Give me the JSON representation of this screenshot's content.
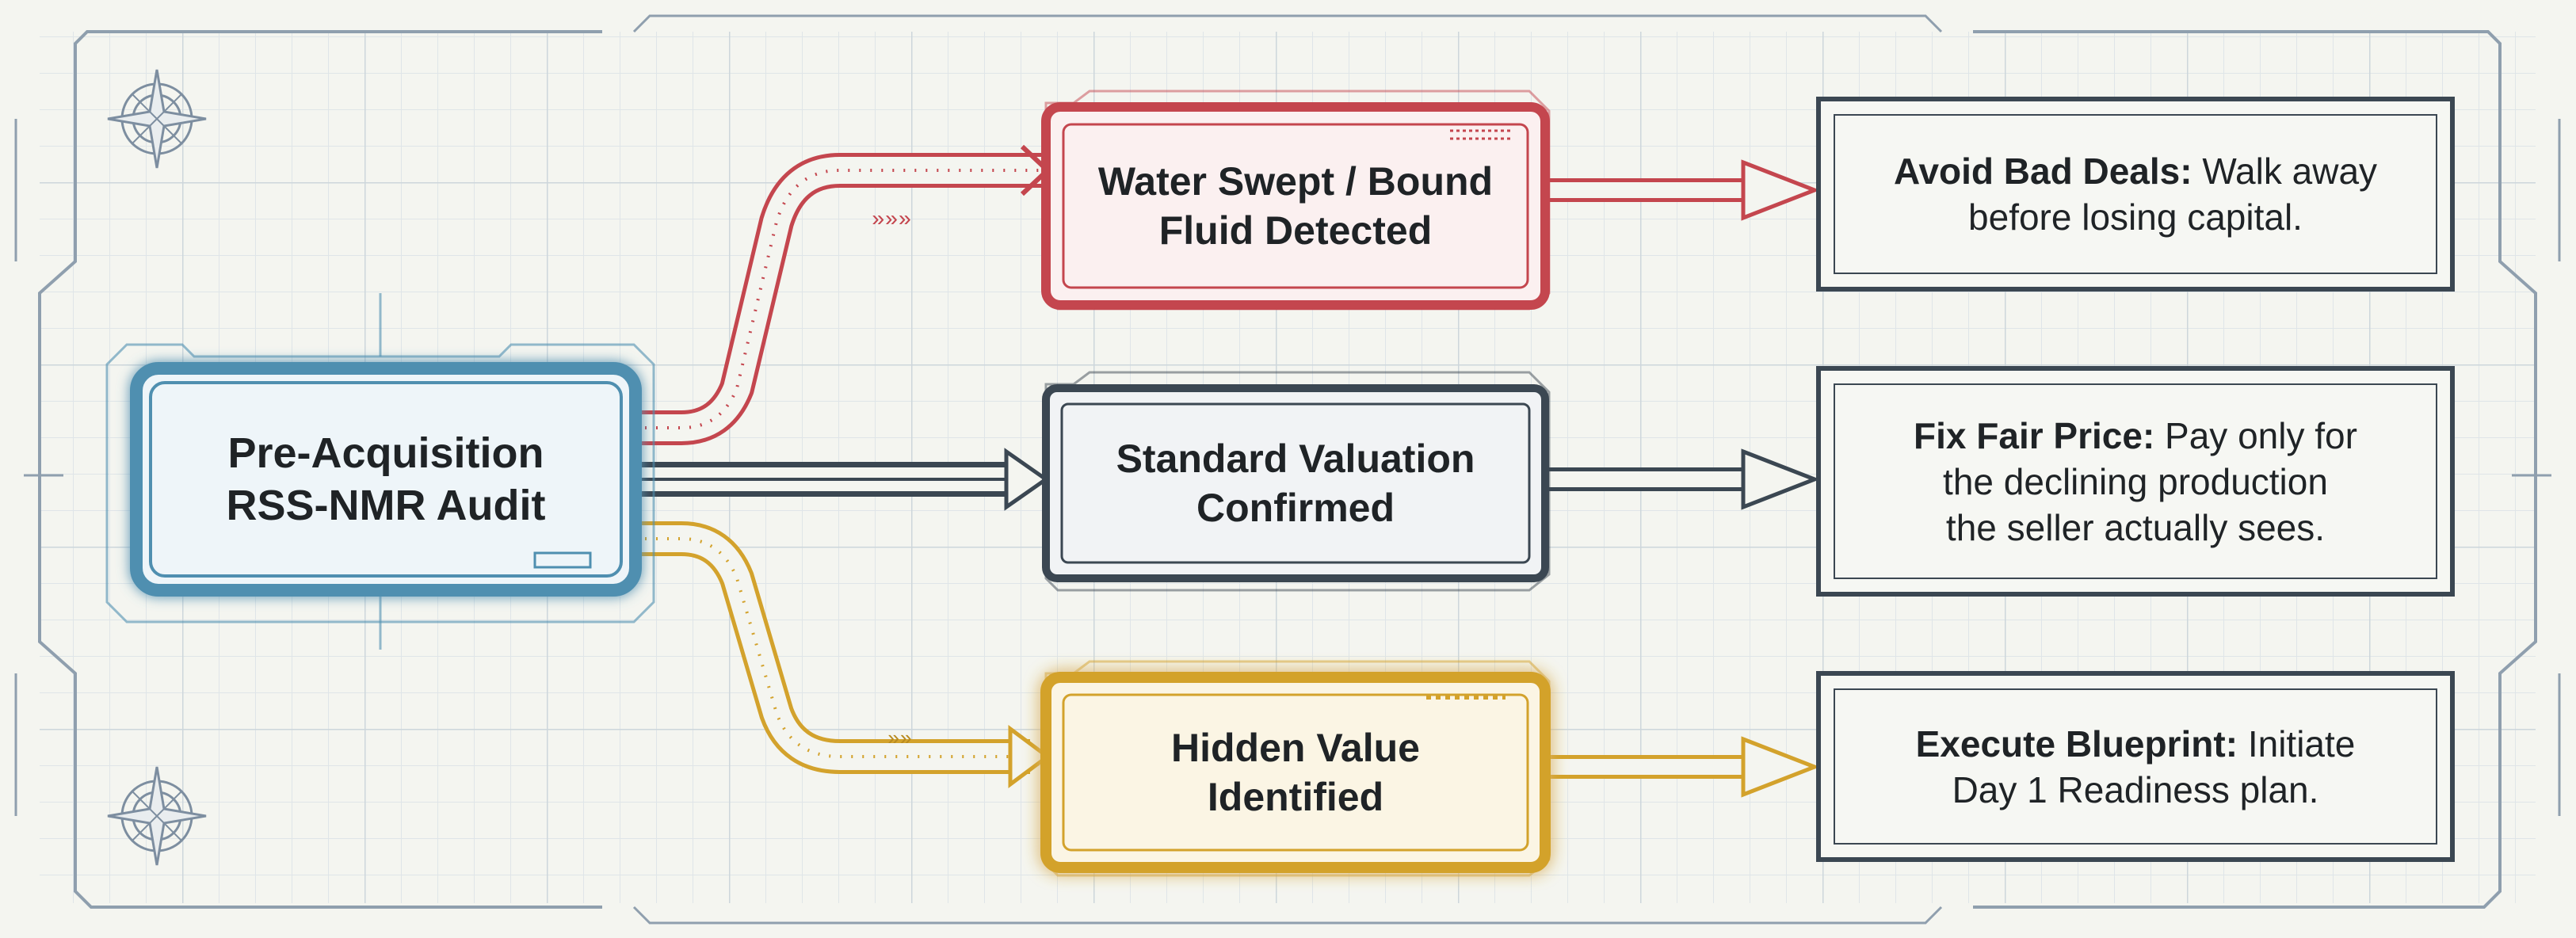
{
  "colors": {
    "background": "#f4f5f0",
    "grid": "#d7dfe3",
    "frame": "#8f9fae",
    "source": "#4f8fb0",
    "red": "#c4464e",
    "neutral": "#3b4752",
    "gold": "#d3a22c",
    "text": "#1f2326"
  },
  "icons": [
    "compass-rose-icon",
    "compass-rose-icon"
  ],
  "source_node": {
    "line1": "Pre-Acquisition",
    "line2": "RSS-NMR Audit"
  },
  "branches": [
    {
      "id": "red",
      "node": {
        "line1": "Water Swept / Bound",
        "line2": "Fluid Detected"
      },
      "outcome": {
        "bold": "Avoid Bad Deals:",
        "rest": "Walk away",
        "line2": "before losing capital.",
        "line3": ""
      }
    },
    {
      "id": "neutral",
      "node": {
        "line1": "Standard Valuation",
        "line2": "Confirmed"
      },
      "outcome": {
        "bold": "Fix Fair Price:",
        "rest": "Pay only for",
        "line2": "the declining production",
        "line3": "the seller actually sees."
      }
    },
    {
      "id": "gold",
      "node": {
        "line1": "Hidden Value",
        "line2": "Identified"
      },
      "outcome": {
        "bold": "Execute Blueprint:",
        "rest": "Initiate",
        "line2": "Day 1 Readiness plan.",
        "line3": ""
      }
    }
  ]
}
